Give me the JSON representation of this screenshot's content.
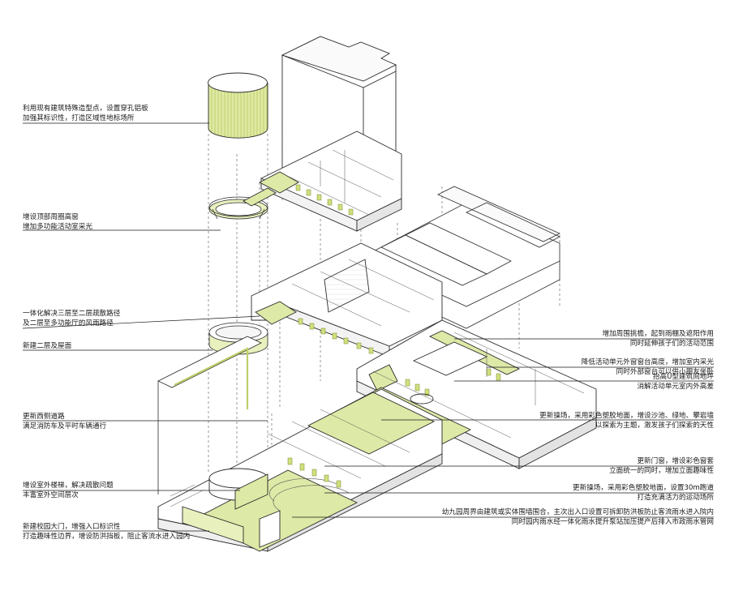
{
  "annotations": {
    "left": [
      {
        "id": "perforated-drum",
        "lines": [
          "利用现有建筑特殊造型点，设置穿孔铝板",
          "加强其标识性，打造区域性地标场所"
        ]
      },
      {
        "id": "top-ring-windows",
        "lines": [
          "增设顶部周圈高窗",
          "增加多功能活动室采光"
        ]
      },
      {
        "id": "evacuation-route",
        "lines": [
          "一体化解决三层至二层疏散路径",
          "及二层至多功能厅的风雨路径"
        ]
      },
      {
        "id": "new-second-floor",
        "lines": [
          "新建二层及屋面"
        ]
      },
      {
        "id": "west-road",
        "lines": [
          "更新西侧道路",
          "满足消防车及平时车辆通行"
        ]
      },
      {
        "id": "outdoor-stair",
        "lines": [
          "增设室外楼梯，解决疏散问题",
          "丰富室外空间层次"
        ]
      },
      {
        "id": "school-gate",
        "lines": [
          "新建校园大门，增强入口标识性",
          "打造趣味性边界，增设防洪挡板，阻止客流水进入园内"
        ]
      }
    ],
    "right": [
      {
        "id": "eaves",
        "lines": [
          "增加周围挑檐，起到雨棚及遮阳作用",
          "同时延伸孩子们的活动范围"
        ]
      },
      {
        "id": "window-sill",
        "lines": [
          "降低活动单元外窗窗台高度，增加室内采光",
          "同时外部窗台可以供小朋友坐卧"
        ]
      },
      {
        "id": "raise-floor",
        "lines": [
          "抬高U型建筑间地坪",
          "消解活动单元室内外高差"
        ]
      },
      {
        "id": "playground-upper",
        "lines": [
          "更新操场，采用彩色塑胶地面，增设沙池、绿地、攀岩墙",
          "以探索为主题，激发孩子们探索的天性"
        ]
      },
      {
        "id": "doors-windows",
        "lines": [
          "更新门窗，增设彩色窗套",
          "立面统一的同时，增加立面趣味性"
        ]
      },
      {
        "id": "playground-lower",
        "lines": [
          "更新操场，采用彩色塑胶地面，设置30m跑道",
          "打造充满活力的运动场所"
        ]
      },
      {
        "id": "flood-wall",
        "lines": [
          "幼九园周界由建筑或实体围墙围合，主次出入口设置可拆卸防洪板防止客流雨水进入院内",
          "同时园内雨水经一体化雨水提升泵站加压提产后排入市政雨水管网"
        ]
      }
    ]
  },
  "colors": {
    "accent": "#dde9a6",
    "accent_dark": "#bccf6a",
    "line": "#2b2b2b",
    "fill": "#ffffff",
    "ground": "#f2f2f2"
  }
}
